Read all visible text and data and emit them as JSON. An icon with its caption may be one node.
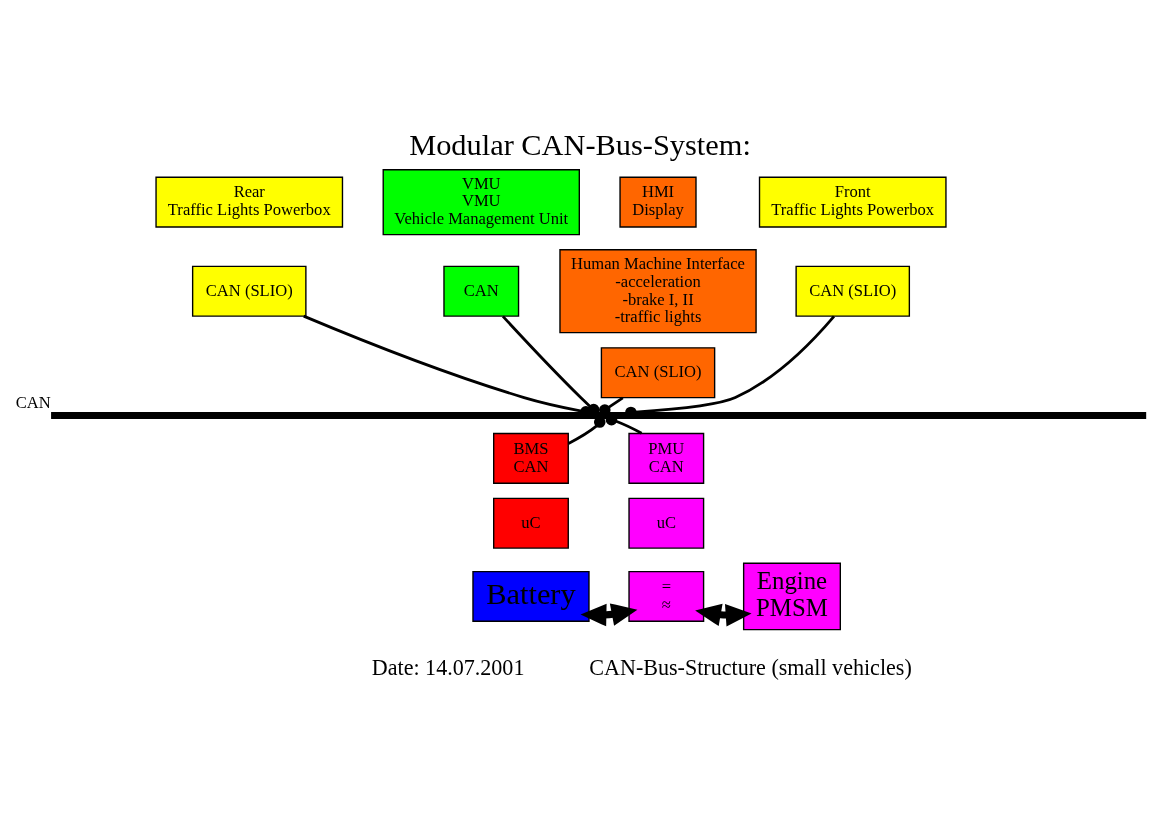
{
  "diagram": {
    "title": "Modular CAN-Bus-System:",
    "nodes": [
      {
        "text": [
          "Rear",
          "Traffic Lights Powerbox"
        ]
      },
      {
        "text": [
          "CAN (SLIO)"
        ]
      },
      {
        "text": [
          "VMU",
          "VMU",
          "Vehicle Management Unit"
        ]
      },
      {
        "text": [
          "CAN"
        ]
      },
      {
        "text": [
          "HMI",
          "Display"
        ]
      },
      {
        "text": [
          "Human Machine Interface",
          "-acceleration",
          "-brake I, II",
          "-traffic lights"
        ]
      },
      {
        "text": [
          "CAN (SLIO)"
        ]
      },
      {
        "text": [
          "Front",
          "Traffic Lights Powerbox"
        ]
      },
      {
        "text": [
          "CAN (SLIO)"
        ]
      },
      {
        "text": [],
        "shape": "bar",
        "beside": [
          "CAN"
        ]
      },
      {
        "text": [
          "BMS",
          "CAN"
        ]
      },
      {
        "text": [
          "uC"
        ]
      },
      {
        "text": [
          "Battery"
        ]
      },
      {
        "text": [
          "PMU",
          "CAN"
        ]
      },
      {
        "text": [
          "uC"
        ]
      },
      {
        "text": [
          "=",
          "≈"
        ]
      },
      {
        "text": [
          "Engine",
          "PMSM"
        ]
      }
    ],
    "edges": [
      {
        "from": 1,
        "to": 9,
        "arrow": "other"
      },
      {
        "from": 3,
        "to": 9,
        "arrow": "other"
      },
      {
        "from": 6,
        "to": 9,
        "arrow": "other"
      },
      {
        "from": 8,
        "to": 9,
        "arrow": "other"
      },
      {
        "from": 10,
        "to": 9,
        "arrow": "other"
      },
      {
        "from": 13,
        "to": 9,
        "arrow": "other"
      },
      {
        "from": 12,
        "to": 15,
        "arrow": "both",
        "style": "thick"
      },
      {
        "from": 15,
        "to": 16,
        "arrow": "both",
        "style": "thick"
      }
    ],
    "labels": [
      "Date: 14.07.2001",
      "CAN-Bus-Structure (small vehicles)"
    ]
  }
}
